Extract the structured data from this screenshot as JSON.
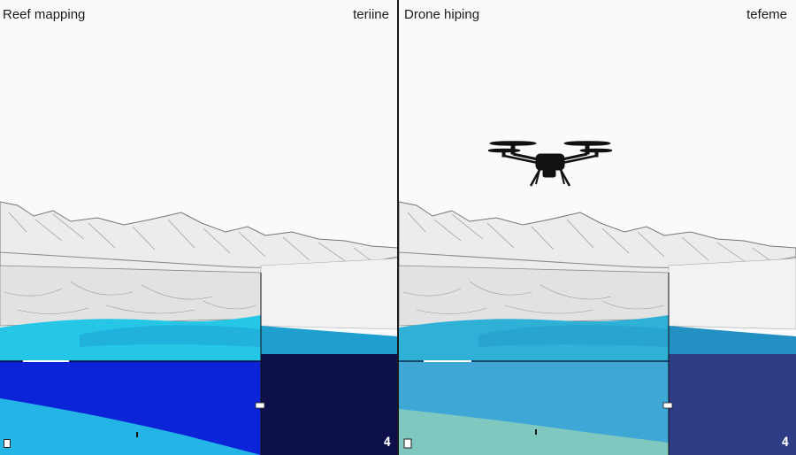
{
  "left_panel": {
    "title": "Reef mapping",
    "tag": "teriine",
    "corner_number": "4",
    "colors": {
      "shallow": "#25c6e6",
      "deep": "#0b24d8",
      "inset": "#0d0f4a",
      "sand": "#24b4e6"
    }
  },
  "right_panel": {
    "title": "Drone hiping",
    "tag": "tefeme",
    "corner_number": "4",
    "colors": {
      "shallow": "#2fb0d6",
      "deep": "#3ea7d6",
      "inset": "#2f3c86",
      "sand": "#7fc8c0"
    },
    "icons": [
      "drone-icon"
    ]
  }
}
